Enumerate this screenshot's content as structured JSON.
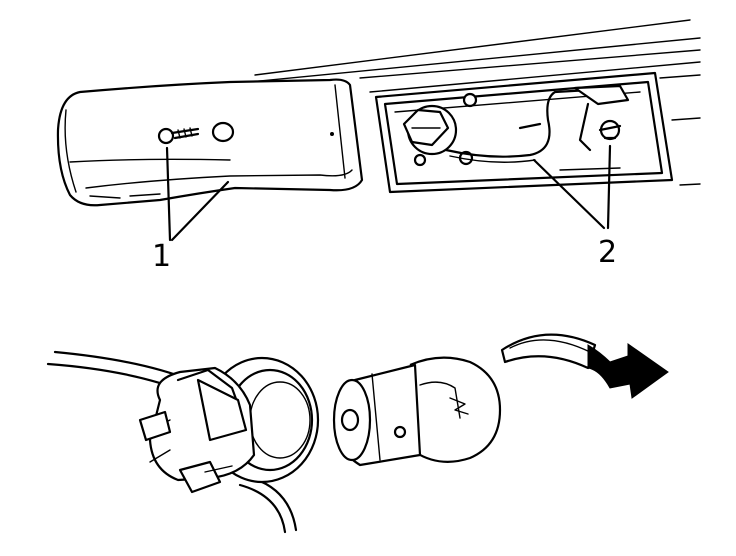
{
  "diagram": {
    "callouts": [
      {
        "id": "1",
        "label": "1"
      },
      {
        "id": "2",
        "label": "2"
      }
    ],
    "parts": {
      "lens": "lamp-lens",
      "housing": "lamp-housing",
      "bulb": "bulb",
      "holder": "bulb-holder",
      "arrow": "rotate-arrow-icon"
    },
    "colors": {
      "line": "#000000",
      "background": "#ffffff"
    }
  }
}
